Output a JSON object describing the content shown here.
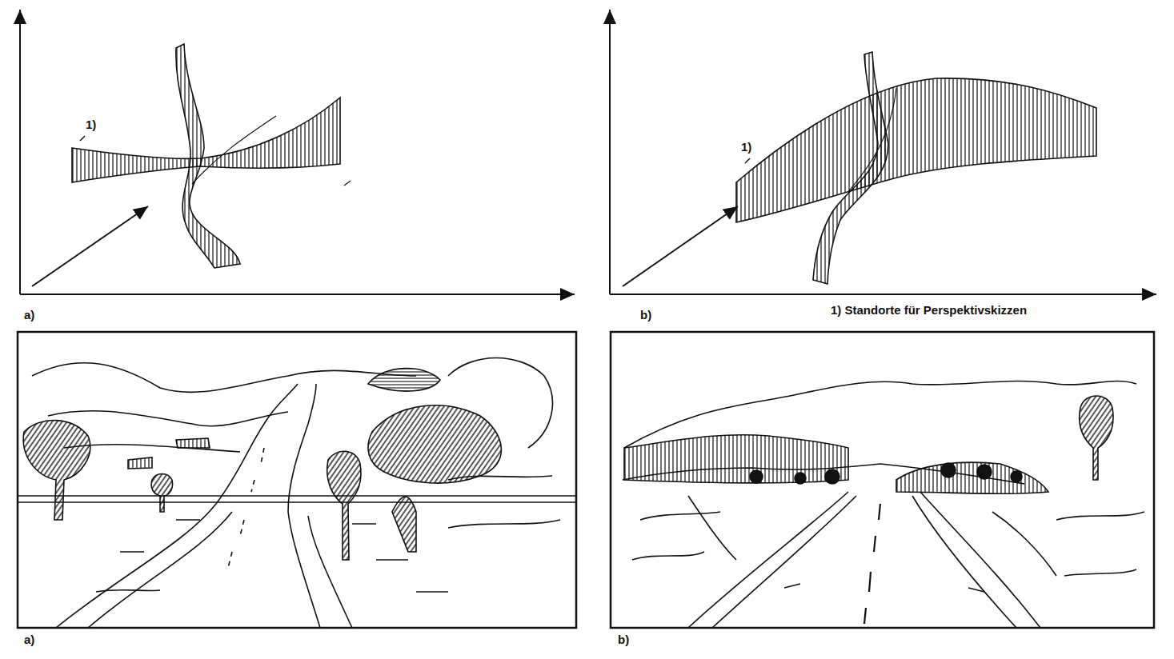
{
  "diagram": {
    "labels": [
      "1)",
      "a)",
      "1)",
      "b)",
      "1) Standorte für Perspektivskizzen",
      "a)",
      "b)"
    ]
  }
}
